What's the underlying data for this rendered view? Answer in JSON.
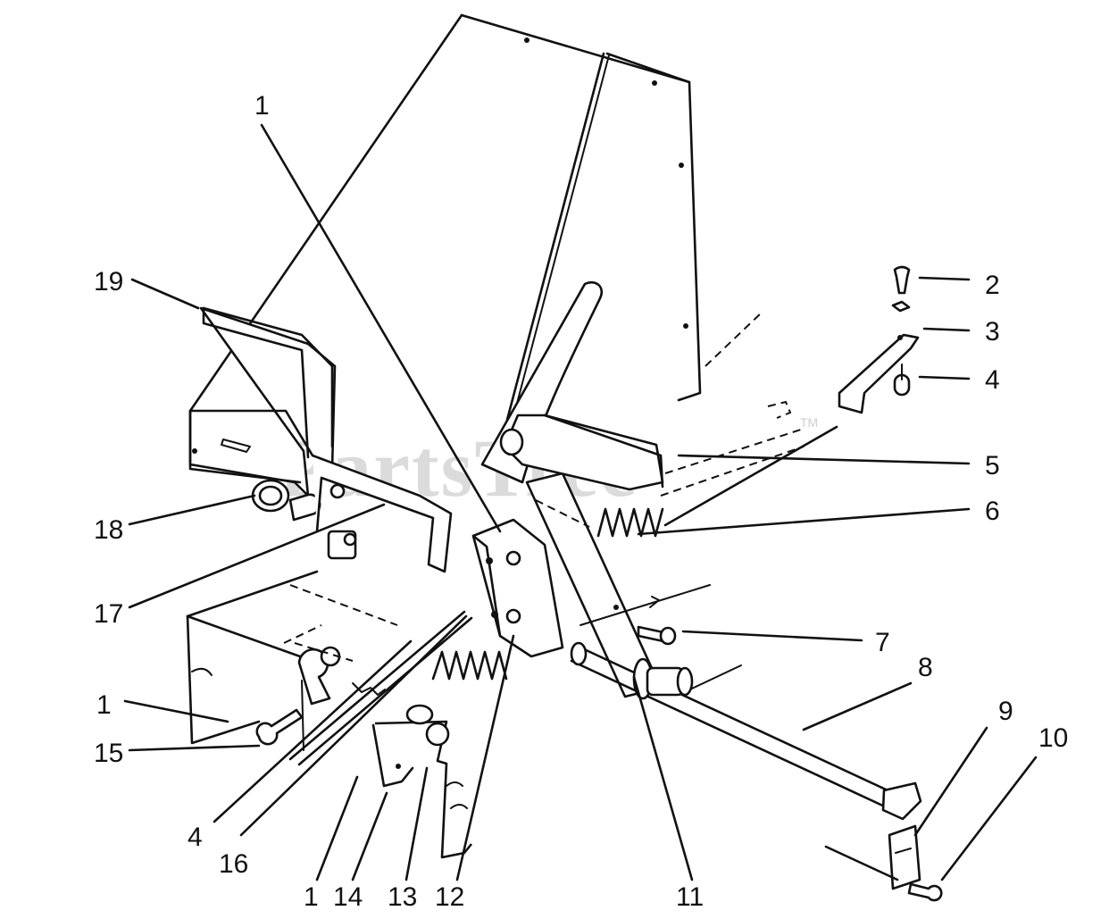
{
  "watermark": {
    "text": "PartsTree",
    "trademark": "TM"
  },
  "callouts": {
    "c1_top": "1",
    "c2": "2",
    "c3": "3",
    "c4_right": "4",
    "c5": "5",
    "c6": "6",
    "c7": "7",
    "c8": "8",
    "c9": "9",
    "c10": "10",
    "c19": "19",
    "c18": "18",
    "c17": "17",
    "c1_left": "1",
    "c15": "15",
    "c4_bottom": "4",
    "c16": "16",
    "c1_bottom": "1",
    "c14": "14",
    "c13": "13",
    "c12": "12",
    "c11": "11"
  }
}
